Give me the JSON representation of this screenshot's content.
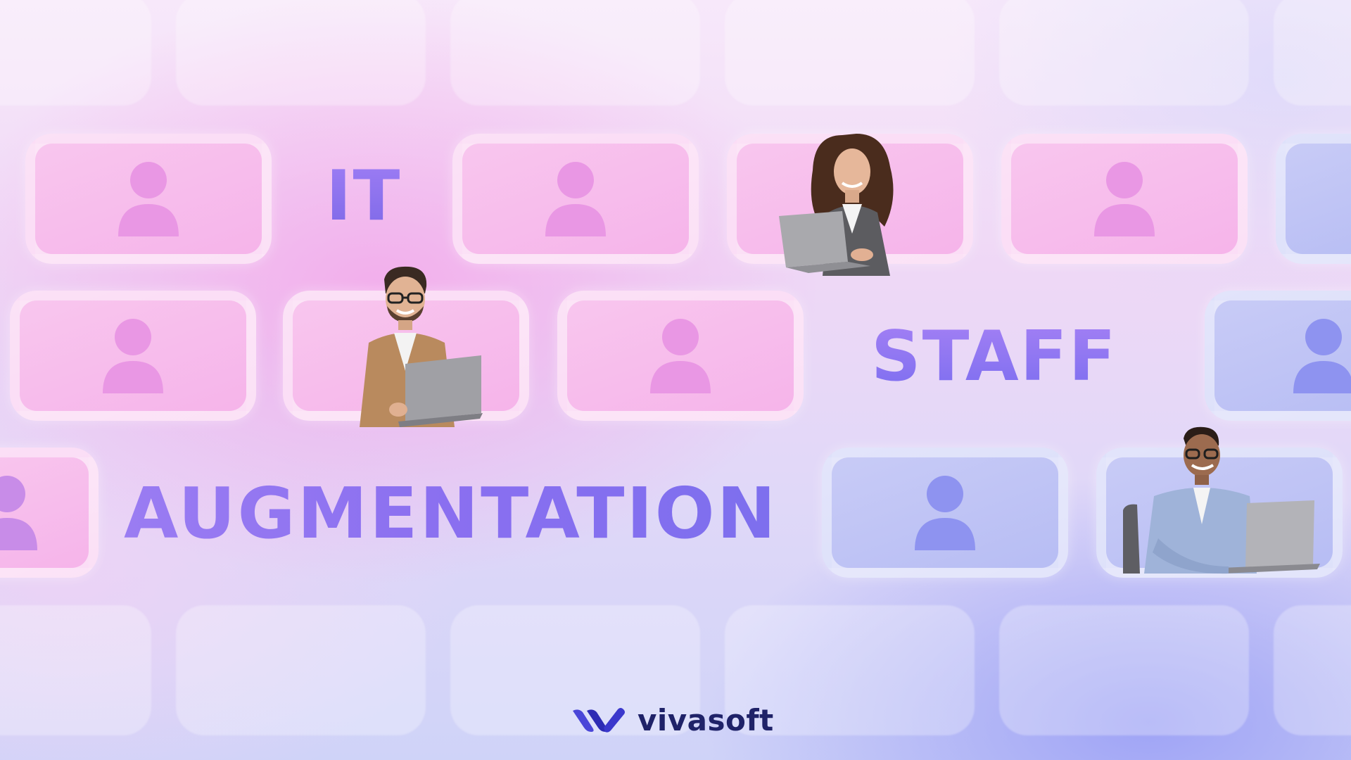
{
  "headline": {
    "word_it": "IT",
    "word_staff": "STAFF",
    "word_augmentation": "AUGMENTATION"
  },
  "brand": {
    "name": "vivasoft",
    "icon": "vivasoft-logo-icon"
  },
  "colors": {
    "headline_purple": "#8a6ff0",
    "brand_navy": "#1f2268",
    "tile_pink": "#f6b4ea",
    "tile_blue": "#b7bdf4",
    "icon_pink": "#e89ae6",
    "icon_blue": "#8e93f0"
  },
  "icons": {
    "placeholder": "user-avatar-icon"
  }
}
